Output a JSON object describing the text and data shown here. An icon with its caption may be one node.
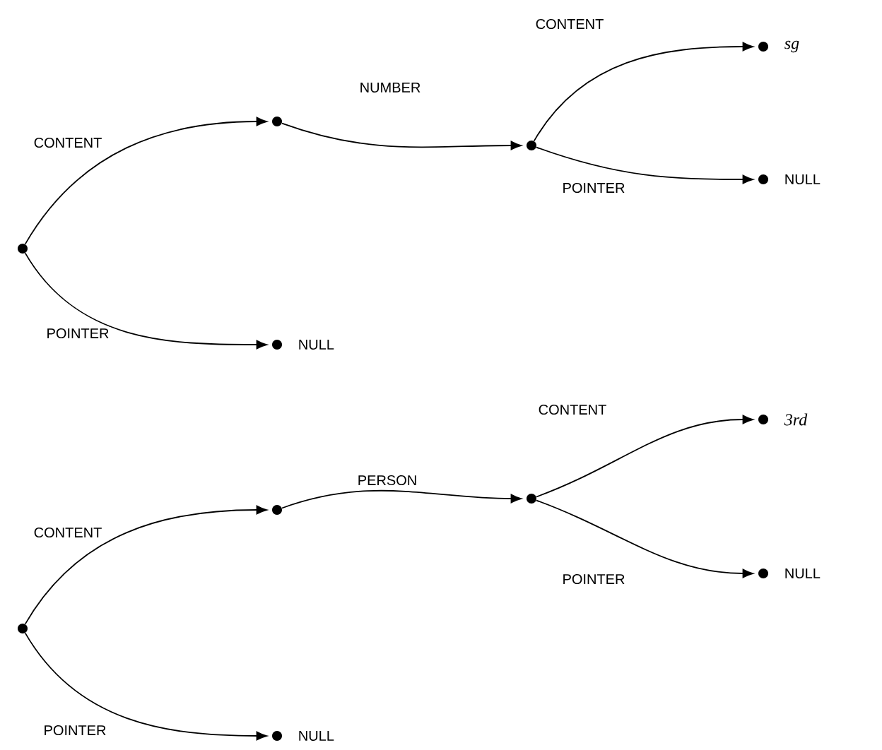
{
  "diagram": {
    "nodes": [
      {
        "text": [],
        "shape": "circle"
      },
      {
        "text": [],
        "shape": "circle"
      },
      {
        "text": [],
        "shape": "circle"
      },
      {
        "text": [],
        "shape": "circle",
        "beside": [
          "sg"
        ]
      },
      {
        "text": [],
        "shape": "circle",
        "beside": [
          "NULL"
        ]
      },
      {
        "text": [],
        "shape": "circle",
        "beside": [
          "NULL"
        ]
      },
      {
        "text": [],
        "shape": "circle"
      },
      {
        "text": [],
        "shape": "circle"
      },
      {
        "text": [],
        "shape": "circle"
      },
      {
        "text": [],
        "shape": "circle",
        "beside": [
          "3rd"
        ]
      },
      {
        "text": [],
        "shape": "circle",
        "beside": [
          "NULL"
        ]
      },
      {
        "text": [],
        "shape": "circle",
        "beside": [
          "NULL"
        ]
      }
    ],
    "edges": [
      {
        "from": 0,
        "to": 1,
        "arrow": "to",
        "label": "CONTENT"
      },
      {
        "from": 0,
        "to": 5,
        "arrow": "to",
        "label": "POINTER"
      },
      {
        "from": 1,
        "to": 2,
        "arrow": "to",
        "label": "NUMBER"
      },
      {
        "from": 2,
        "to": 3,
        "arrow": "to",
        "label": "CONTENT"
      },
      {
        "from": 2,
        "to": 4,
        "arrow": "to",
        "label": "POINTER"
      },
      {
        "from": 6,
        "to": 7,
        "arrow": "to",
        "label": "CONTENT"
      },
      {
        "from": 6,
        "to": 11,
        "arrow": "to",
        "label": "POINTER"
      },
      {
        "from": 7,
        "to": 8,
        "arrow": "to",
        "label": "PERSON"
      },
      {
        "from": 8,
        "to": 9,
        "arrow": "to",
        "label": "CONTENT"
      },
      {
        "from": 8,
        "to": 10,
        "arrow": "to",
        "label": "POINTER"
      }
    ]
  }
}
